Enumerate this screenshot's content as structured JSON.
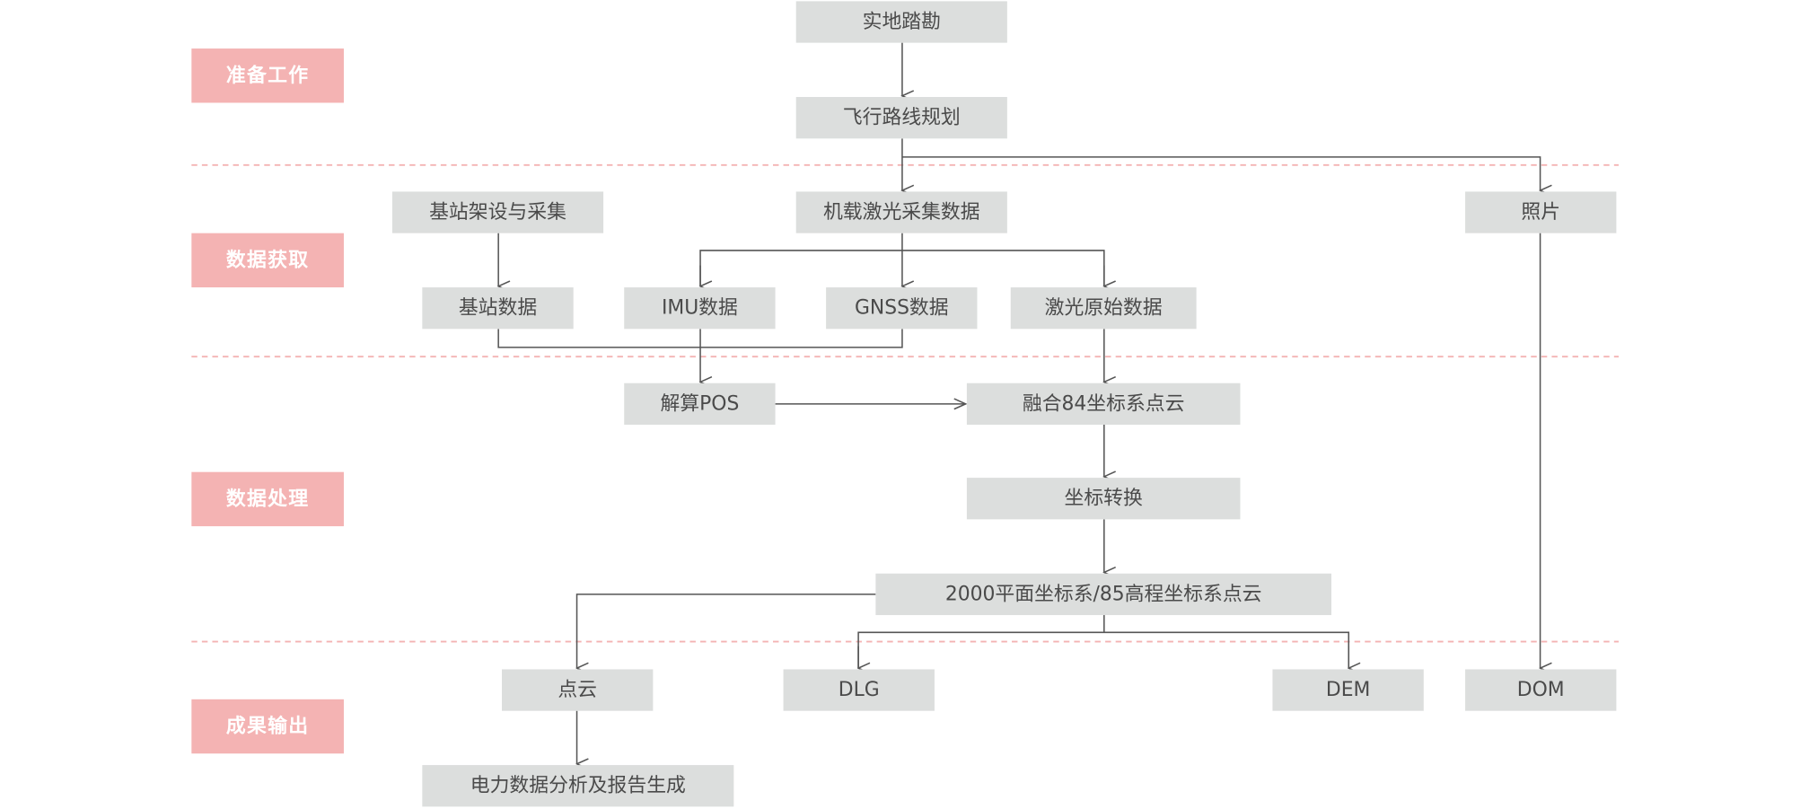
{
  "stages": [
    "准备工作",
    "数据获取",
    "数据处理",
    "成果输出"
  ],
  "nodes": {
    "survey": "实地踏勘",
    "route": "飞行路线规划",
    "airborne": "机载激光采集数据",
    "base_setup": "基站架设与采集",
    "photo": "照片",
    "base_data": "基站数据",
    "imu": "IMU数据",
    "gnss": "GNSS数据",
    "laser_raw": "激光原始数据",
    "pos": "解算POS",
    "fusion84": "融合84坐标系点云",
    "transform": "坐标转换",
    "cgcs2000": "2000平面坐标系/85高程坐标系点云",
    "pointcloud": "点云",
    "dlg": "DLG",
    "dem": "DEM",
    "dom": "DOM",
    "report": "电力数据分析及报告生成"
  },
  "colors": {
    "stage": "#f4b3b3",
    "node": "#dcdedd",
    "line": "#555555"
  }
}
